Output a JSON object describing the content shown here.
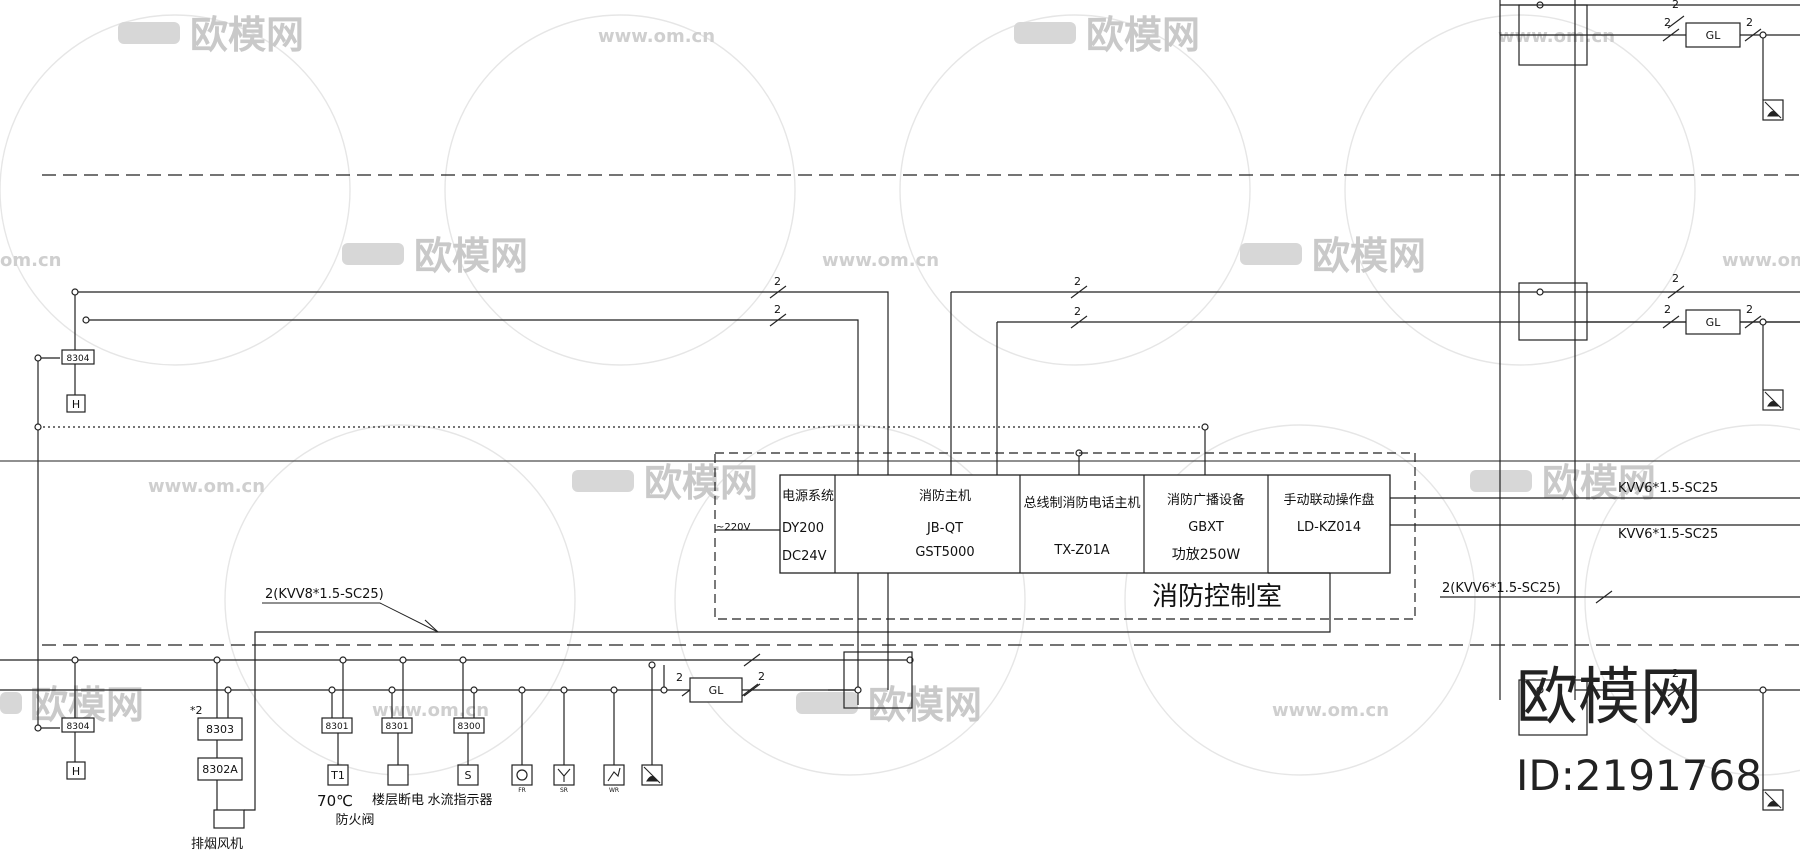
{
  "watermark": {
    "brand": "欧模网",
    "url": "www.om.cn",
    "url_partial": "om.cn"
  },
  "brand_badge": {
    "name": "欧模网",
    "id": "ID:2191768"
  },
  "control_room": {
    "title": "消防控制室",
    "ac_input": "~220V",
    "power": {
      "title": "电源系统",
      "line1": "DY200",
      "line2": "DC24V"
    },
    "host": {
      "title": "消防主机",
      "line1": "JB-QT",
      "line2": "GST5000"
    },
    "phone": {
      "title": "总线制消防电话主机",
      "line1": "TX-Z01A"
    },
    "broadcast": {
      "title": "消防广播设备",
      "line1": "GBXT",
      "line2": "功放250W"
    },
    "manual": {
      "title": "手动联动操作盘",
      "line1": "LD-KZ014"
    }
  },
  "cables": {
    "right_top": "KVV6*1.5-SC25",
    "right_mid": "KVV6*1.5-SC25",
    "right_low": "2(KVV6*1.5-SC25)",
    "left": "2(KVV8*1.5-SC25)"
  },
  "wire_count": "2",
  "star_count": "*2",
  "devices": {
    "module_8304": "8304",
    "module_8303": "8303",
    "module_8302a": "8302A",
    "module_8301": "8301",
    "module_8300": "8300",
    "gl": "GL",
    "h": "H",
    "t1": "T1",
    "s": "S"
  },
  "tiny_labels": {
    "fr": "FR",
    "sr": "SR",
    "wr": "WR"
  },
  "labels": {
    "fan": "排烟风机",
    "temp": "70℃",
    "damper": "防火阀",
    "floor_power": "楼层断电",
    "water_flow": "水流指示器"
  }
}
